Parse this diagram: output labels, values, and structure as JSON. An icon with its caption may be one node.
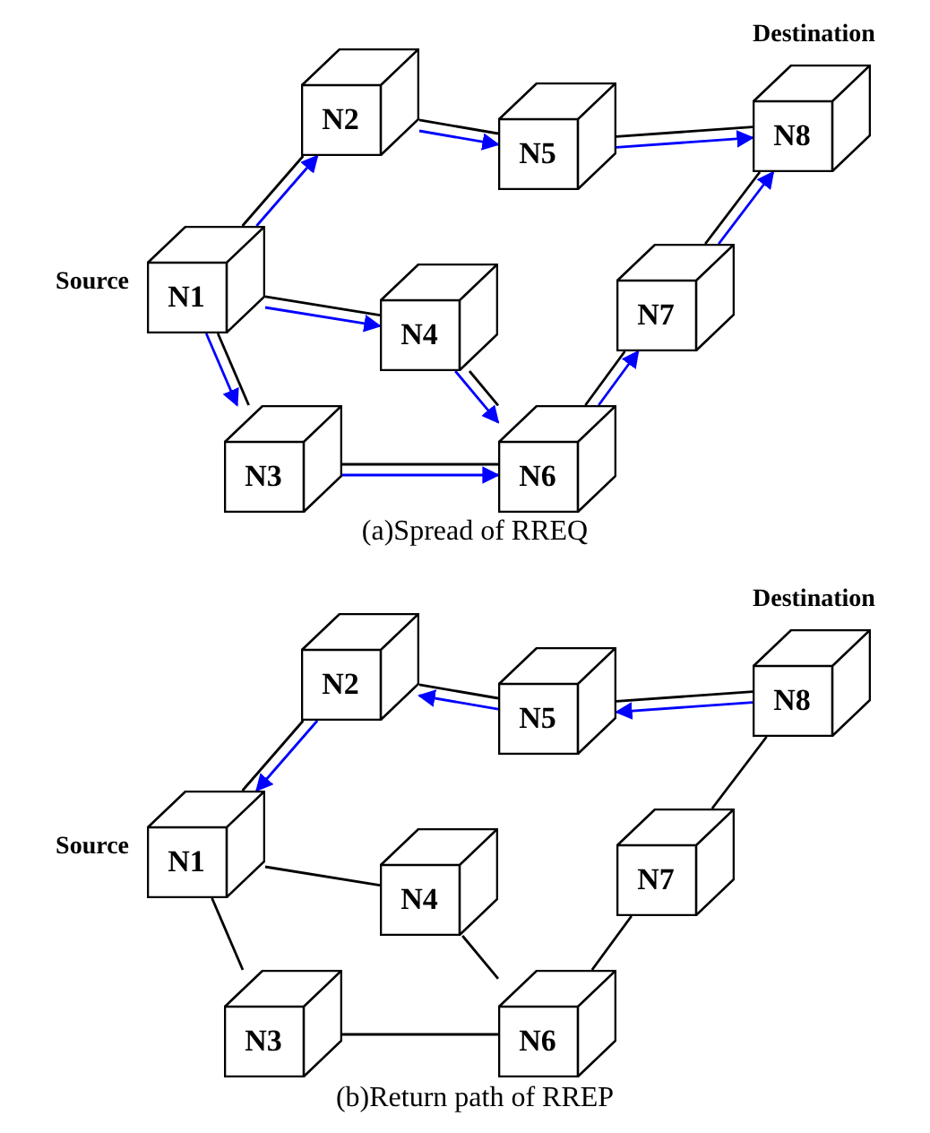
{
  "diagram": {
    "nodes": [
      {
        "text": [
          "N1"
        ],
        "beside": [
          "Source"
        ]
      },
      {
        "text": [
          "N2"
        ]
      },
      {
        "text": [
          "N3"
        ]
      },
      {
        "text": [
          "N4"
        ]
      },
      {
        "text": [
          "N5"
        ]
      },
      {
        "text": [
          "N6"
        ]
      },
      {
        "text": [
          "N7"
        ]
      },
      {
        "text": [
          "N8"
        ],
        "beside": [
          "Destination"
        ]
      },
      {
        "text": [
          "N1"
        ],
        "beside": [
          "Source"
        ]
      },
      {
        "text": [
          "N2"
        ]
      },
      {
        "text": [
          "N3"
        ]
      },
      {
        "text": [
          "N4"
        ]
      },
      {
        "text": [
          "N5"
        ]
      },
      {
        "text": [
          "N6"
        ]
      },
      {
        "text": [
          "N7"
        ]
      },
      {
        "text": [
          "N8"
        ],
        "beside": [
          "Destination"
        ]
      }
    ],
    "edges": [
      {
        "from": 0,
        "to": 1,
        "arrow": "none"
      },
      {
        "from": 0,
        "to": 1,
        "arrow": "to",
        "color": "#0000ff"
      },
      {
        "from": 0,
        "to": 3,
        "arrow": "none"
      },
      {
        "from": 0,
        "to": 3,
        "arrow": "to",
        "color": "#0000ff"
      },
      {
        "from": 0,
        "to": 2,
        "arrow": "none"
      },
      {
        "from": 0,
        "to": 2,
        "arrow": "to",
        "color": "#0000ff"
      },
      {
        "from": 1,
        "to": 4,
        "arrow": "none"
      },
      {
        "from": 1,
        "to": 4,
        "arrow": "to",
        "color": "#0000ff"
      },
      {
        "from": 4,
        "to": 7,
        "arrow": "none"
      },
      {
        "from": 4,
        "to": 7,
        "arrow": "to",
        "color": "#0000ff"
      },
      {
        "from": 3,
        "to": 5,
        "arrow": "none"
      },
      {
        "from": 3,
        "to": 5,
        "arrow": "to",
        "color": "#0000ff"
      },
      {
        "from": 2,
        "to": 5,
        "arrow": "none"
      },
      {
        "from": 2,
        "to": 5,
        "arrow": "to",
        "color": "#0000ff"
      },
      {
        "from": 5,
        "to": 6,
        "arrow": "none"
      },
      {
        "from": 5,
        "to": 6,
        "arrow": "to",
        "color": "#0000ff"
      },
      {
        "from": 6,
        "to": 7,
        "arrow": "none"
      },
      {
        "from": 6,
        "to": 7,
        "arrow": "to",
        "color": "#0000ff"
      },
      {
        "from": 9,
        "to": 8,
        "arrow": "none"
      },
      {
        "from": 9,
        "to": 8,
        "arrow": "to",
        "color": "#0000ff"
      },
      {
        "from": 12,
        "to": 9,
        "arrow": "none"
      },
      {
        "from": 12,
        "to": 9,
        "arrow": "to",
        "color": "#0000ff"
      },
      {
        "from": 15,
        "to": 12,
        "arrow": "none"
      },
      {
        "from": 15,
        "to": 12,
        "arrow": "to",
        "color": "#0000ff"
      },
      {
        "from": 8,
        "to": 11,
        "arrow": "none"
      },
      {
        "from": 8,
        "to": 10,
        "arrow": "none"
      },
      {
        "from": 11,
        "to": 13,
        "arrow": "none"
      },
      {
        "from": 10,
        "to": 13,
        "arrow": "none"
      },
      {
        "from": 13,
        "to": 14,
        "arrow": "none"
      },
      {
        "from": 14,
        "to": 15,
        "arrow": "none"
      }
    ],
    "labels": [
      "(a)Spread of RREQ",
      "(b)Return path of RREP"
    ]
  }
}
